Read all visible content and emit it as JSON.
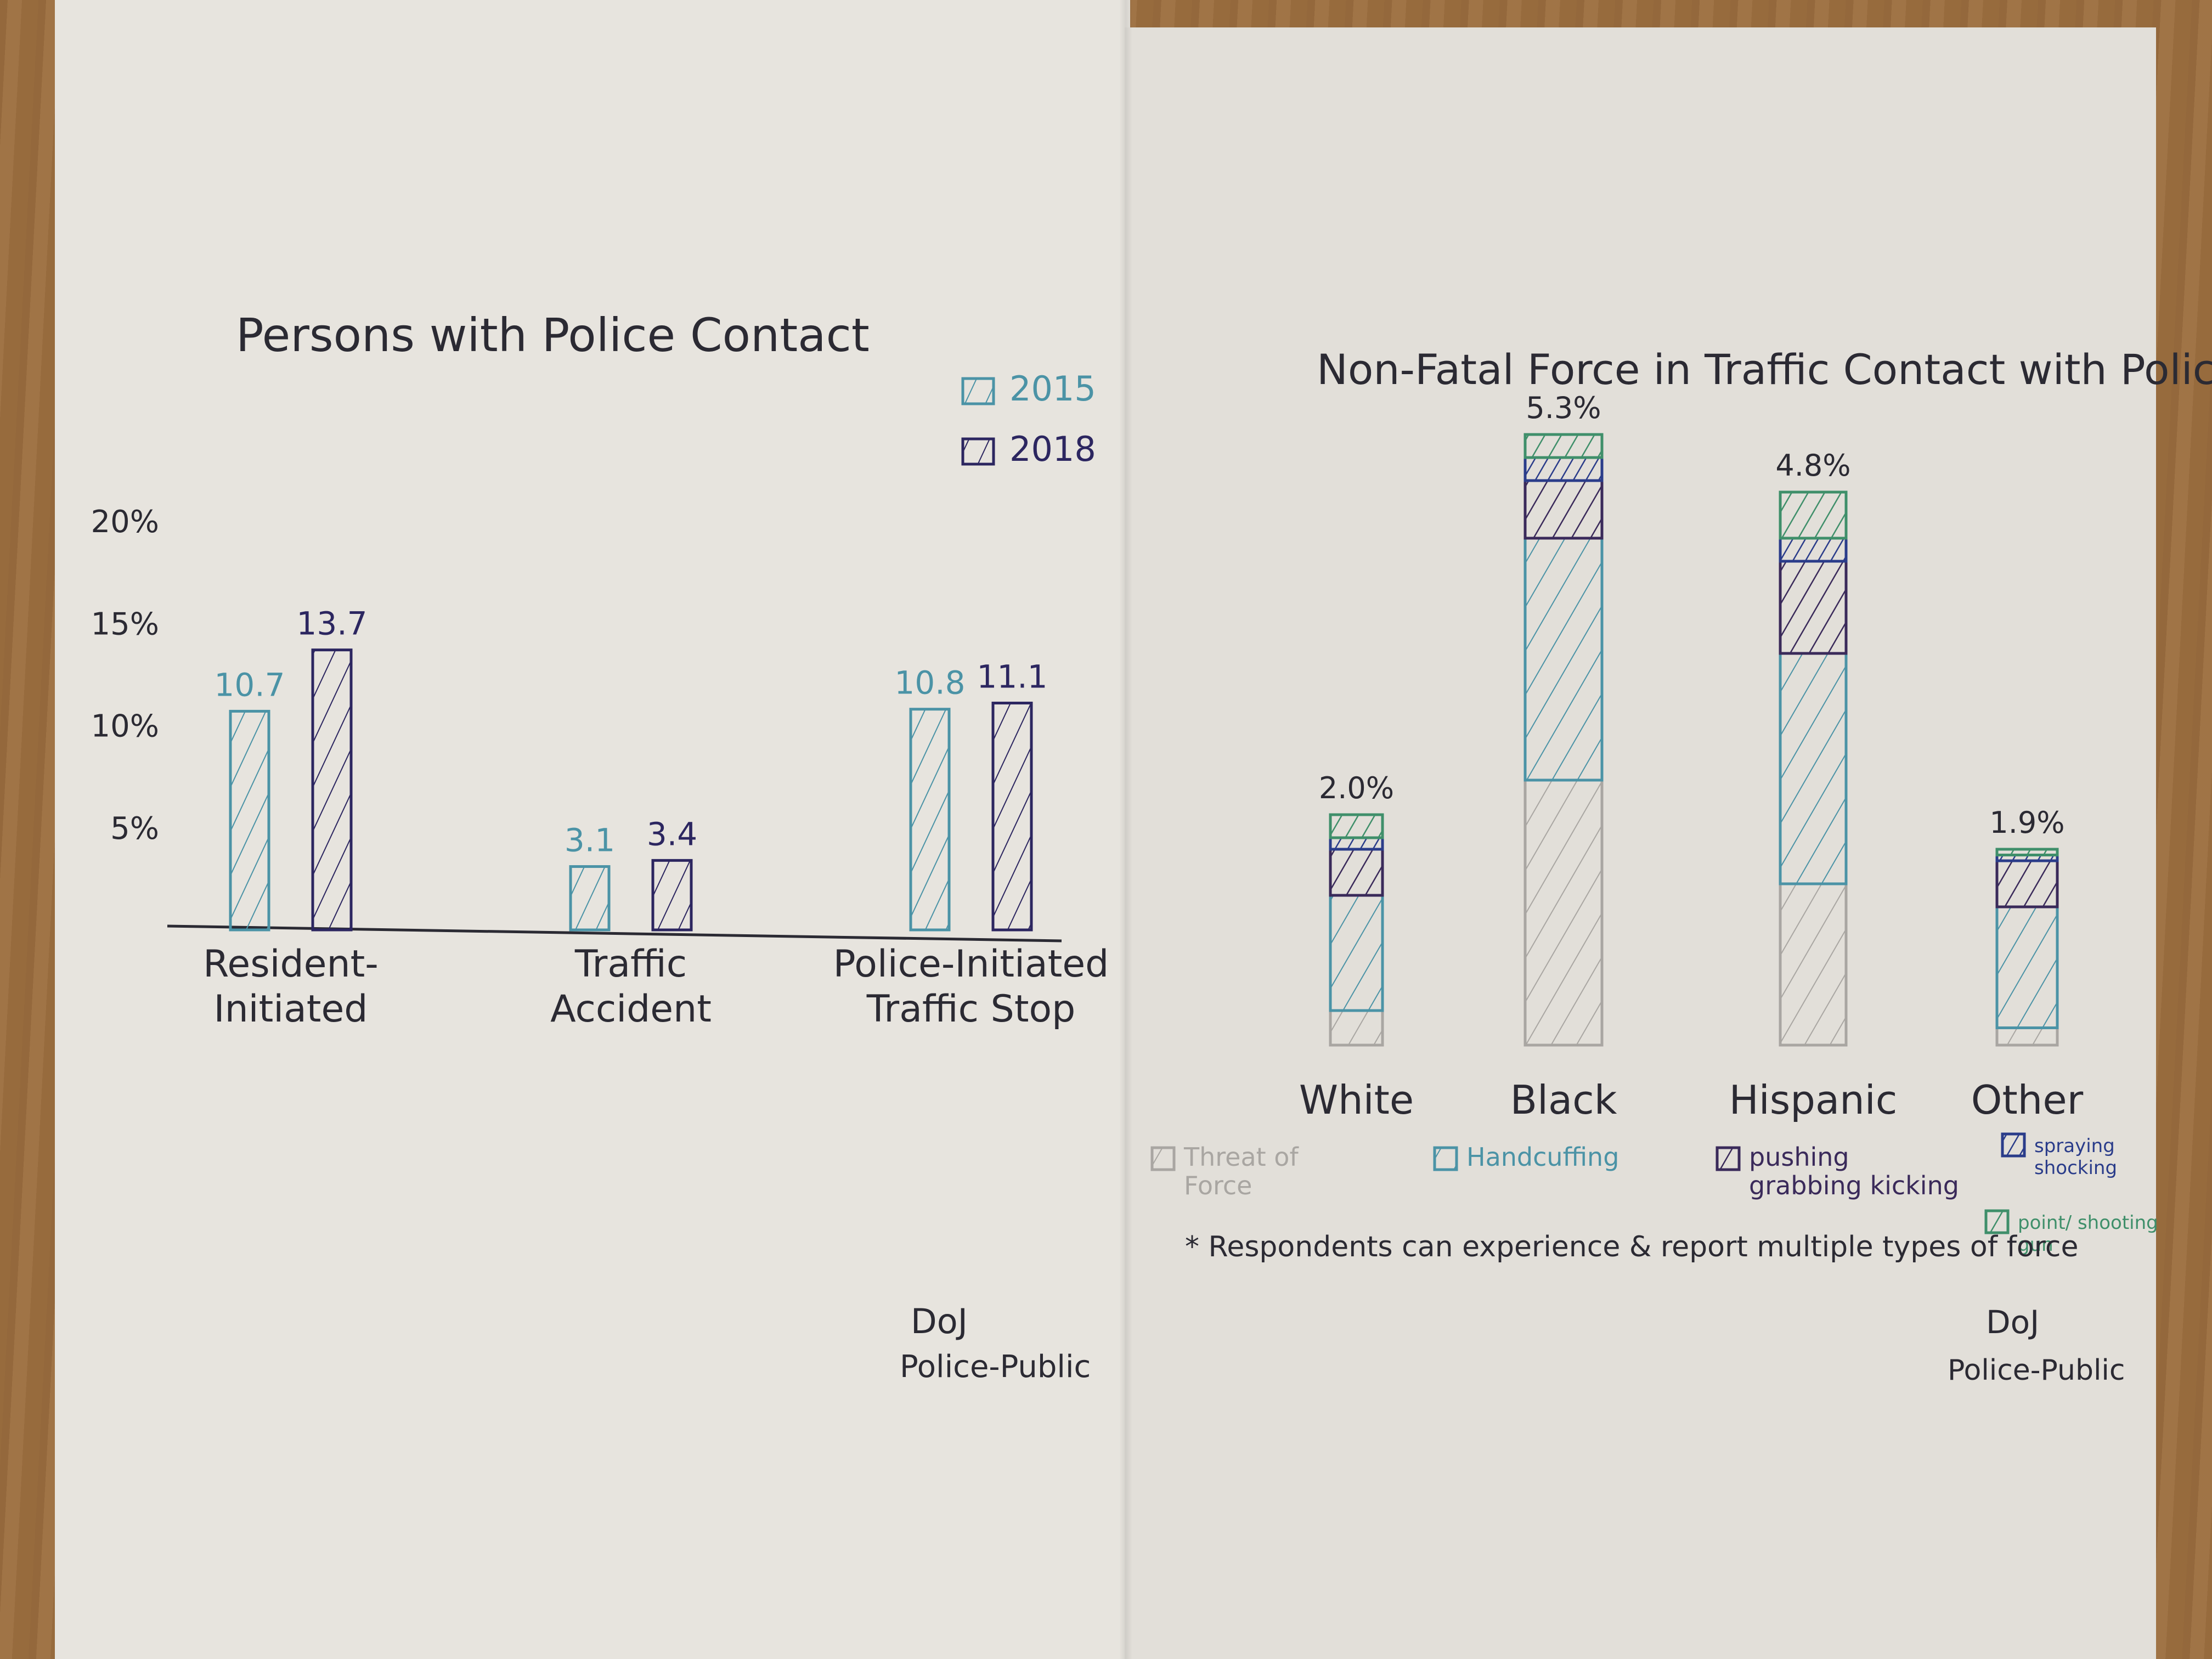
{
  "colors": {
    "c2015": "#4b93a6",
    "c2018": "#2c2660",
    "ink": "#2b2a33",
    "threat": "#a9a6a2",
    "handcuffing": "#4b93a6",
    "pushing": "#3a2a5a",
    "spraying": "#2a3c8a",
    "pointing": "#3f8f6a"
  },
  "chart_data": [
    {
      "type": "bar",
      "title": "Persons with Police Contact",
      "categories": [
        "Resident-Initiated",
        "Traffic Accident",
        "Police-Initiated Traffic Stop"
      ],
      "series": [
        {
          "name": "2015",
          "values": [
            10.7,
            3.1,
            10.8
          ],
          "labels": [
            "10.7",
            "3.1",
            "10.8"
          ]
        },
        {
          "name": "2018",
          "values": [
            13.7,
            3.4,
            11.1
          ],
          "labels": [
            "13.7",
            "3.4",
            "11.1"
          ]
        }
      ],
      "yticks": [
        "5%",
        "10%",
        "15%",
        "20%"
      ],
      "ylim": [
        0,
        20
      ],
      "grid": false,
      "legend_position": "top-right",
      "source": [
        "DoJ",
        "Police-Public"
      ]
    },
    {
      "type": "bar",
      "stacked": true,
      "title": "Non-Fatal Force in Traffic Contact with Police",
      "categories": [
        "White",
        "Black",
        "Hispanic",
        "Other"
      ],
      "totals": [
        2.0,
        5.3,
        4.8,
        1.9
      ],
      "total_labels": [
        "2.0%",
        "5.3%",
        "4.8%",
        "1.9%"
      ],
      "series": [
        {
          "name": "Threat of Force",
          "values": [
            0.3,
            2.3,
            1.4,
            0.15
          ]
        },
        {
          "name": "Handcuffing",
          "values": [
            1.0,
            2.1,
            2.0,
            1.05
          ]
        },
        {
          "name": "pushing grabbing kicking",
          "values": [
            0.4,
            0.5,
            0.8,
            0.4
          ]
        },
        {
          "name": "spraying shocking",
          "values": [
            0.1,
            0.2,
            0.2,
            0.05
          ]
        },
        {
          "name": "point/ shooting gun",
          "values": [
            0.2,
            0.2,
            0.4,
            0.05
          ]
        }
      ],
      "note": "* Respondents can experience & report multiple types of force",
      "grid": false,
      "legend_position": "bottom",
      "source": [
        "DoJ",
        "Police-Public"
      ]
    }
  ]
}
